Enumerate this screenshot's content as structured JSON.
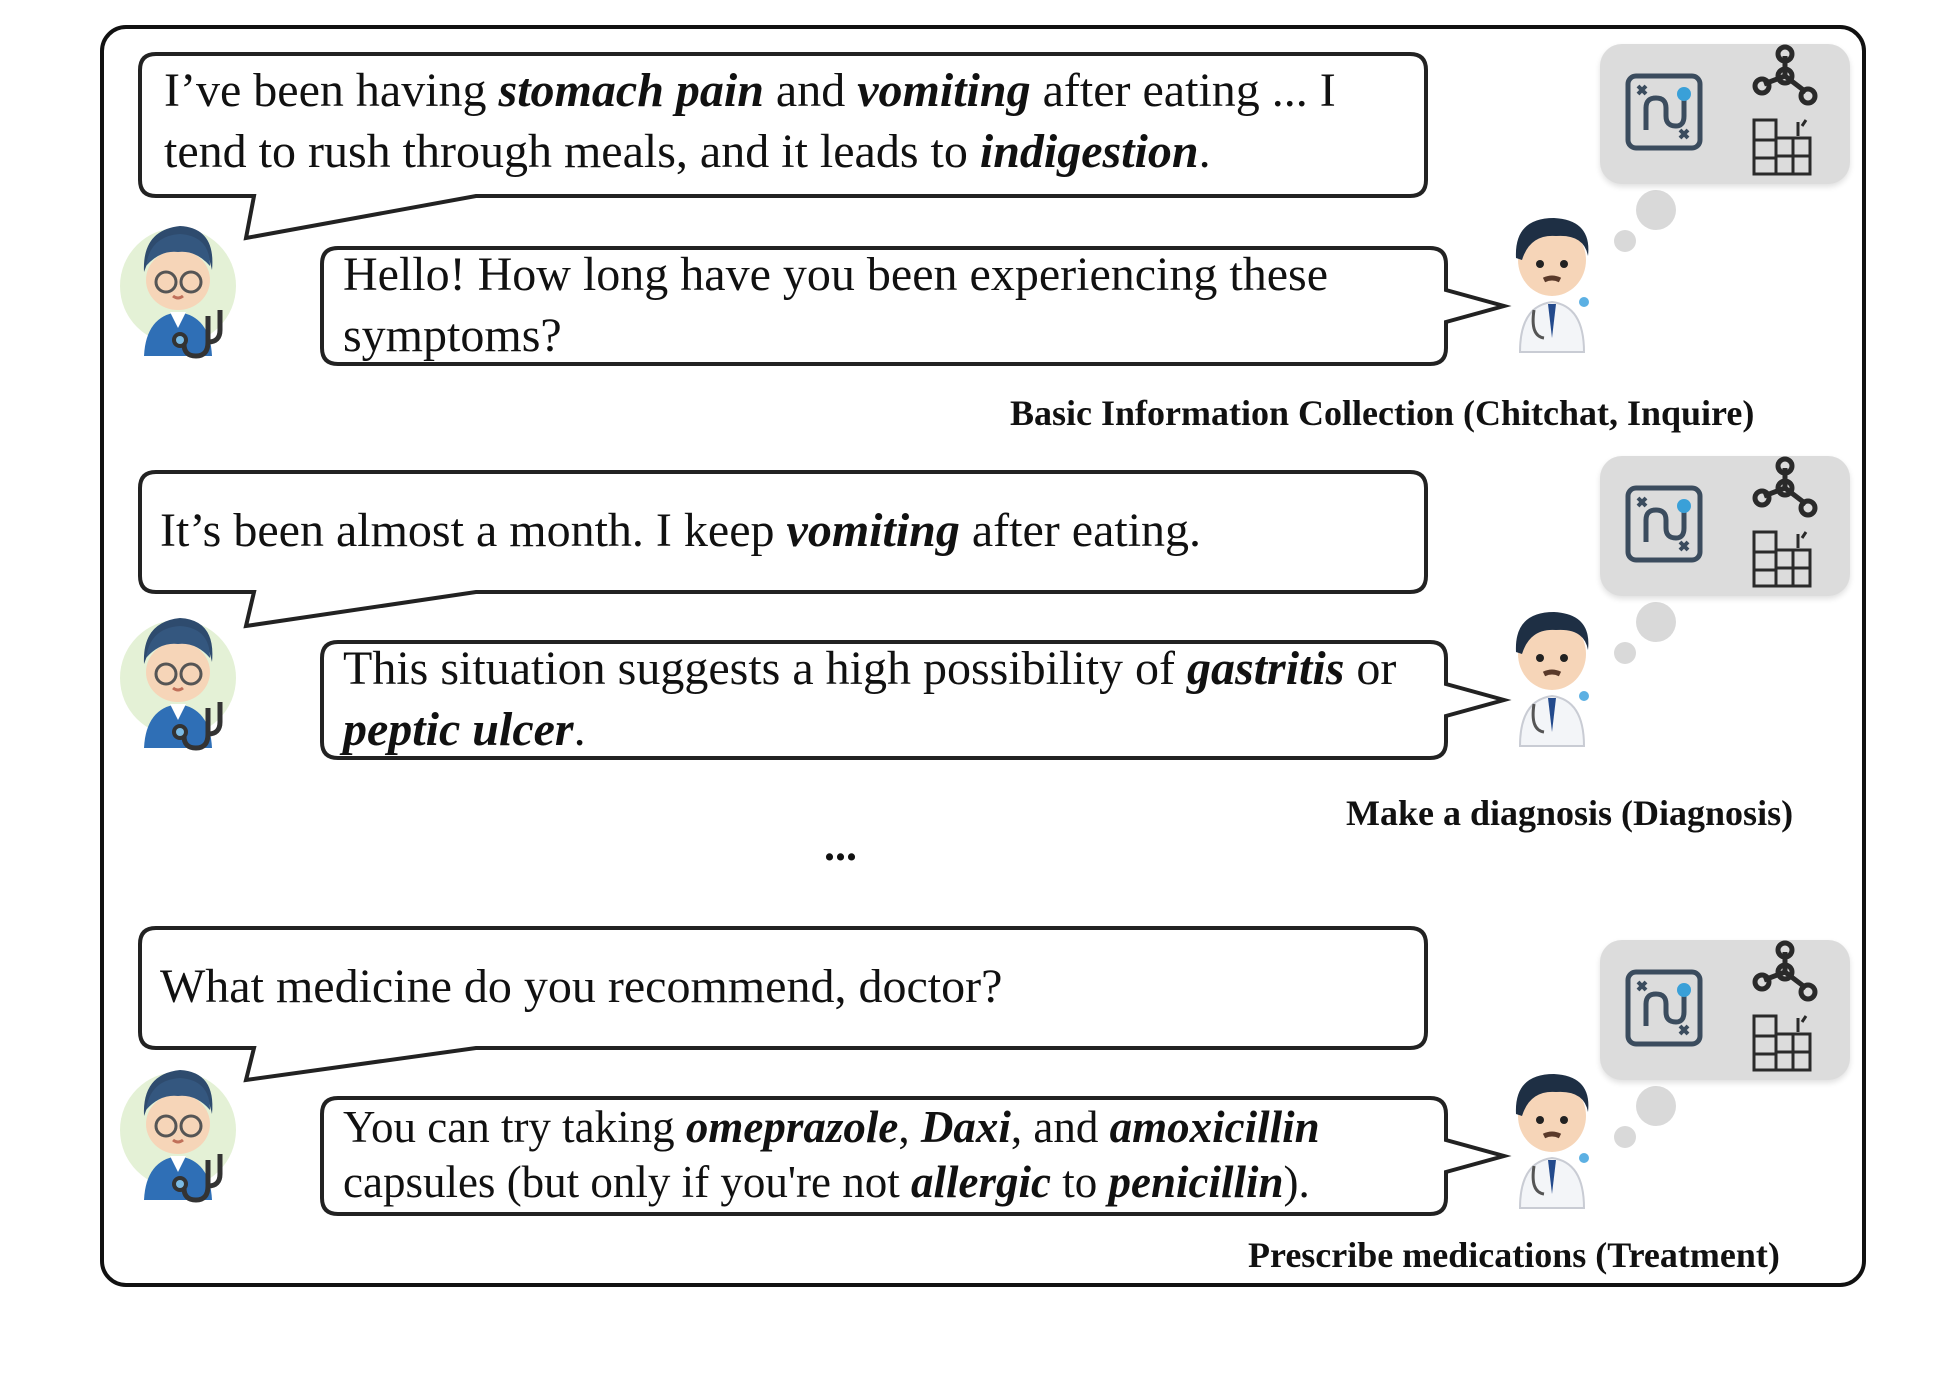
{
  "rounds": [
    {
      "patient": [
        {
          "t": "I’ve been having "
        },
        {
          "t": "stomach pain",
          "em": true
        },
        {
          "t": " and "
        },
        {
          "t": "vomiting",
          "em": true
        },
        {
          "t": " after eating ... I tend to rush through meals, and it leads to "
        },
        {
          "t": "indigestion",
          "em": true
        },
        {
          "t": "."
        }
      ],
      "doctor": [
        {
          "t": "Hello! How long have you been experiencing these symptoms?"
        }
      ],
      "stage": "Basic Information Collection (Chitchat, Inquire)"
    },
    {
      "patient": [
        {
          "t": "It’s been almost a month. I keep "
        },
        {
          "t": "vomiting",
          "em": true
        },
        {
          "t": " after eating."
        }
      ],
      "doctor": [
        {
          "t": "This situation suggests a high possibility of "
        },
        {
          "t": "gastritis",
          "em": true
        },
        {
          "t": " or "
        },
        {
          "t": "peptic ulcer",
          "em": true
        },
        {
          "t": "."
        }
      ],
      "stage": "Make a diagnosis (Diagnosis)"
    },
    {
      "patient": [
        {
          "t": "What medicine do you recommend, doctor?"
        }
      ],
      "doctor": [
        {
          "t": "You can try taking "
        },
        {
          "t": "omeprazole",
          "em": true
        },
        {
          "t": ", "
        },
        {
          "t": "Daxi",
          "em": true
        },
        {
          "t": ", and "
        },
        {
          "t": "amoxicillin",
          "em": true
        },
        {
          "t": " capsules (but only if you're not "
        },
        {
          "t": "allergic",
          "em": true
        },
        {
          "t": " to "
        },
        {
          "t": "penicillin",
          "em": true
        },
        {
          "t": ")."
        }
      ],
      "stage": "Prescribe medications (Treatment)"
    }
  ],
  "separator": "...",
  "icons": [
    "patient-avatar-icon",
    "doctor-avatar-icon",
    "strategy-map-icon",
    "knowledge-graph-icon",
    "medicine-cabinet-icon"
  ],
  "colors": {
    "panel": "#dcdcdc",
    "accent": "#3aa0d8",
    "doctor_hair": "#1e2f44"
  }
}
